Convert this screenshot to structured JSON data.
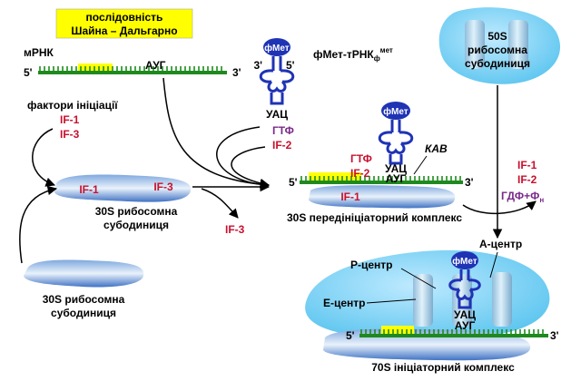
{
  "shine_dalgarno": {
    "line1": "послідовність",
    "line2": "Шайна – Дальгарно"
  },
  "mrna": {
    "label": "мРНК",
    "five": "5'",
    "three": "3'",
    "codon": "АУГ"
  },
  "trna": {
    "label_prefix": "фМет-тРНК",
    "label_sub": "ф",
    "label_sup": "мет",
    "amino_acid": "фМет",
    "anticodon": "УАЦ",
    "end3": "3'",
    "end5": "5'"
  },
  "initiation_factors": {
    "title": "фактори ініціації",
    "items": [
      "IF-1",
      "IF-3"
    ]
  },
  "gtp_if2": {
    "gtp": "ГТФ",
    "if2": "IF-2"
  },
  "subunit_50s": {
    "line1": "50S",
    "line2": "рибосомна",
    "line3": "субодиниця"
  },
  "subunit_30s_bound": {
    "if1": "IF-1",
    "if3": "IF-3",
    "line1": "30S рибосомна",
    "line2": "субодиниця"
  },
  "if3_released": "IF-3",
  "preinit_complex": {
    "gtp": "ГТФ",
    "if2": "IF-2",
    "if1": "IF-1",
    "kab": "КАВ",
    "anticodon": "УАЦ",
    "codon": "АУГ",
    "five": "5'",
    "three": "3'",
    "caption": "30S передініціаторний комплекс",
    "amino_acid": "фМет"
  },
  "released": {
    "if1": "IF-1",
    "if2": "IF-2",
    "gdp_prefix": "ГДФ+Ф",
    "gdp_sub": "н"
  },
  "subunit_30s_free": {
    "line1": "30S рибосомна",
    "line2": "субодиниця"
  },
  "complex_70s": {
    "a_site": "А-центр",
    "p_site": "Р-центр",
    "e_site": "Е-центр",
    "amino_acid": "фМет",
    "anticodon": "УАЦ",
    "codon": "АУГ",
    "five": "5'",
    "three": "3'",
    "caption": "70S ініціаторний комплекс"
  },
  "colors": {
    "green": "#1e8a1e",
    "yellow": "#ffff00",
    "blue_dark": "#1f33b5",
    "blue_ribo": "#3a82d6",
    "cyan": "#5bc8f0",
    "red": "#c8102e",
    "purple": "#7a2a8a"
  }
}
